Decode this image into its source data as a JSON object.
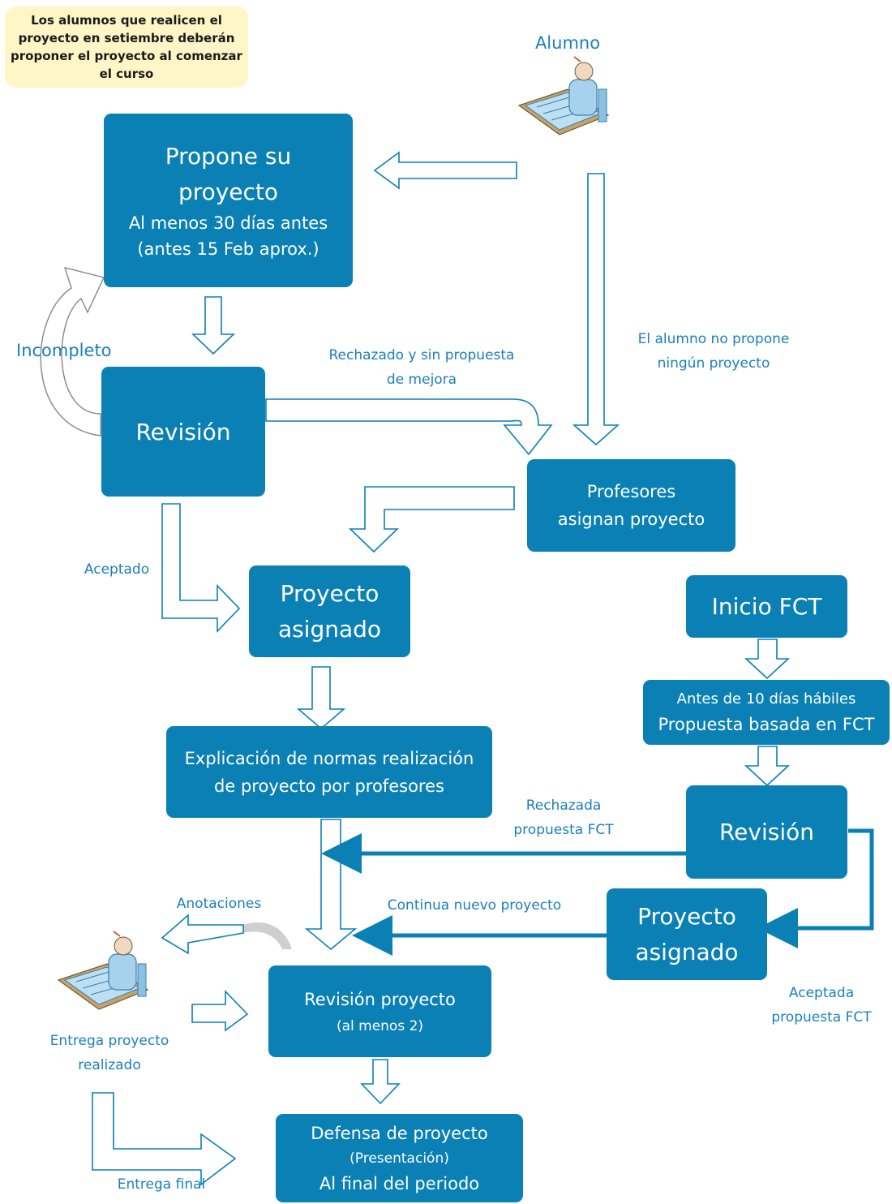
{
  "note": {
    "lines": [
      "Los alumnos que realicen el",
      "proyecto en setiembre  deberán",
      "proponer el proyecto al comenzar",
      "el curso"
    ]
  },
  "actors": {
    "alumno_label": "Alumno",
    "delivery_label": [
      "Entrega proyecto",
      "realizado"
    ]
  },
  "boxes": {
    "propone": {
      "line1": "Propone su",
      "line2": "proyecto",
      "line3": "Al menos 30 días antes",
      "line4": "(antes 15 Feb aprox.)"
    },
    "revision1": {
      "label": "Revisión"
    },
    "profesores": {
      "line1": "Profesores",
      "line2": "asignan proyecto"
    },
    "proyecto1": {
      "line1": "Proyecto",
      "line2": "asignado"
    },
    "explicacion": {
      "line1": "Explicación de normas realización",
      "line2": "de proyecto por profesores"
    },
    "inicio_fct": {
      "label": "Inicio FCT"
    },
    "antes10": {
      "line1": "Antes de 10 días hábiles",
      "line2": "Propuesta basada en FCT"
    },
    "revision2": {
      "label": "Revisión"
    },
    "proyecto2": {
      "line1": "Proyecto",
      "line2": "asignado"
    },
    "revision_proyecto": {
      "line1": "Revisión proyecto",
      "line2": "(al menos 2)"
    },
    "defensa": {
      "line1": "Defensa de proyecto",
      "line2": "(Presentación)",
      "line3": "Al final del periodo"
    }
  },
  "labels": {
    "incompleto": "Incompleto",
    "rechazado": [
      "Rechazado y sin propuesta",
      "de mejora"
    ],
    "no_propone": [
      "El alumno no propone",
      "ningún proyecto"
    ],
    "aceptado": "Aceptado",
    "rechazada_fct": [
      "Rechazada",
      "propuesta FCT"
    ],
    "continua": "Continua nuevo proyecto",
    "anotaciones": "Anotaciones",
    "aceptada_fct": [
      "Aceptada",
      "propuesta FCT"
    ],
    "entrega_final": "Entrega final"
  },
  "colors": {
    "box": "#0a80b5",
    "label_text": "#1a7fbd",
    "arrow_outline": "#0a80b5",
    "solid_arrow": "#0a80b5",
    "note_bg": "#fef6c6"
  }
}
